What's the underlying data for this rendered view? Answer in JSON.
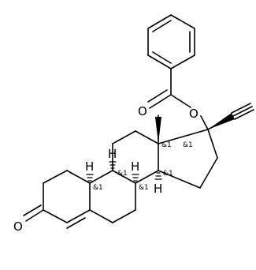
{
  "atoms": {
    "ester_oxygen": "O",
    "carbonyl_oxygen": "O",
    "ketone_oxygen": "O",
    "h9": "H",
    "h8": "H",
    "h10": "H",
    "h14": "H"
  },
  "stereo_labels": {
    "c17": "&1",
    "c13": "&1",
    "c9": "&1",
    "c8": "&1",
    "c10": "&1",
    "c14": "&1"
  }
}
